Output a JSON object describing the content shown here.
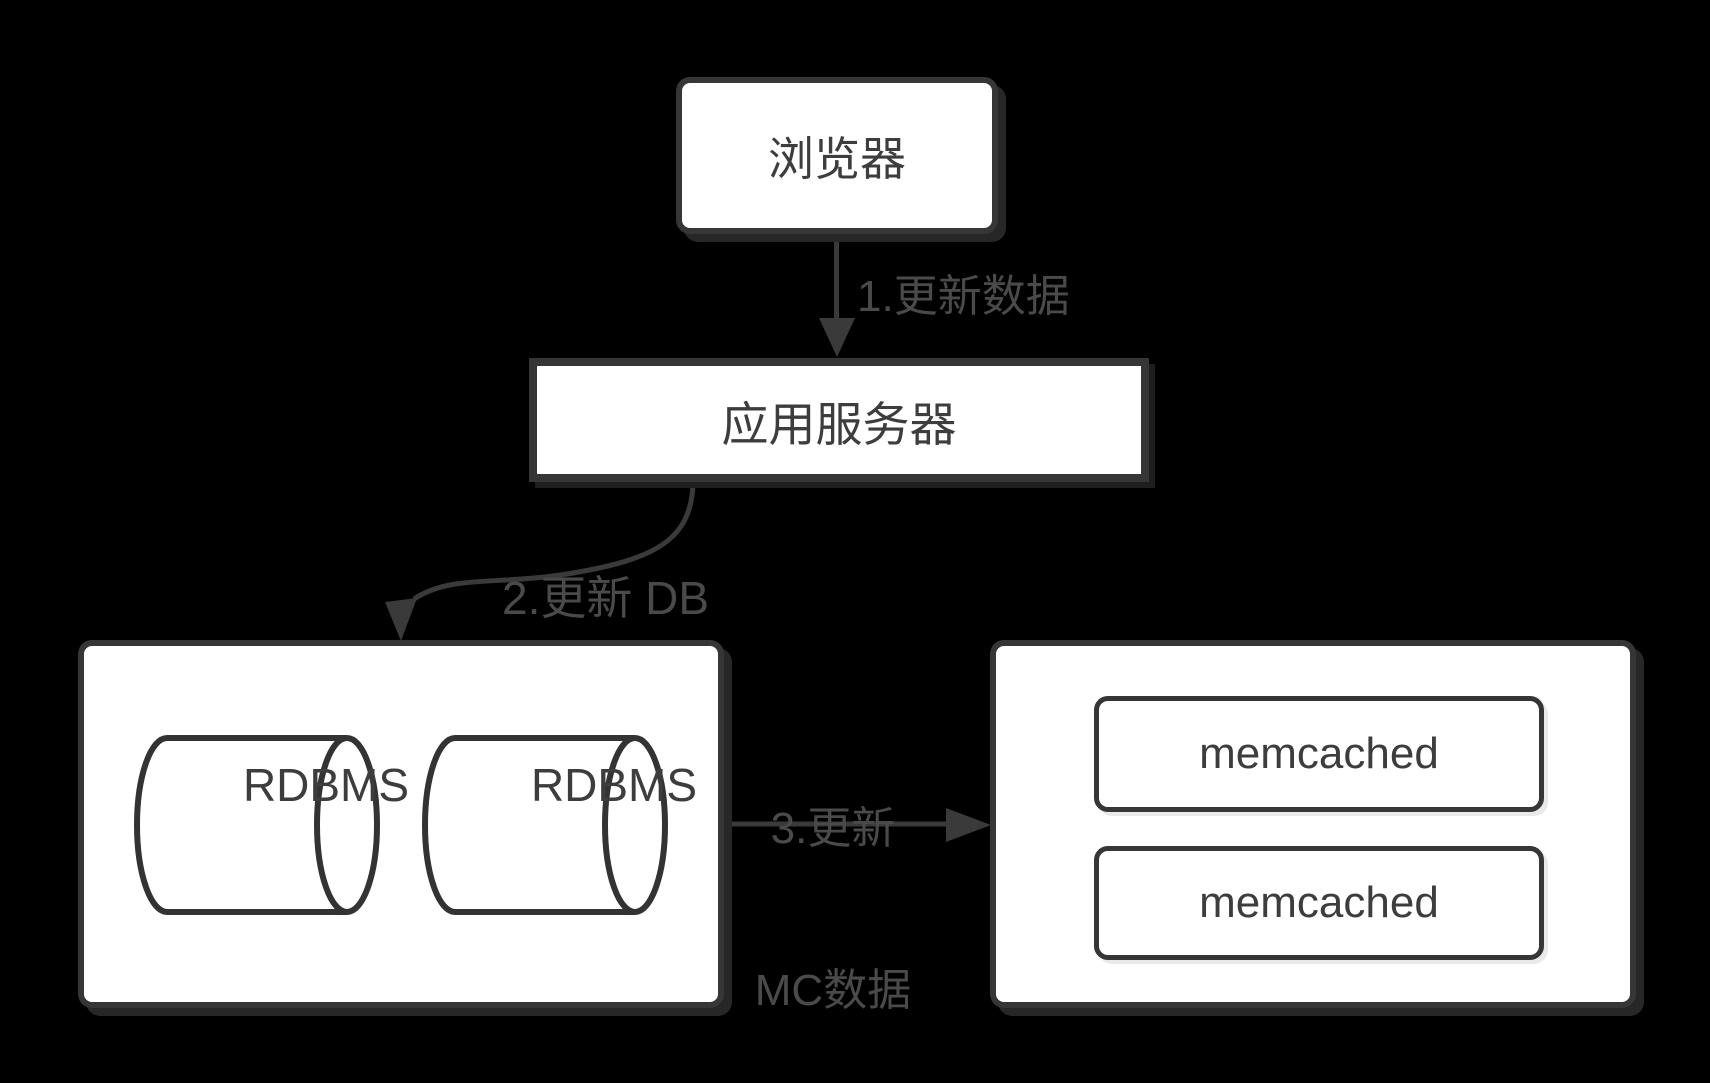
{
  "diagram": {
    "title_hint": "memcached update flow diagram",
    "background_color": "#000000",
    "colors": {
      "box_fill": "#ffffff",
      "box_border": "#363636",
      "node_text": "#3d3d3d",
      "arrow": "#3a3a3a",
      "edge_label_text": "#4a4a4a",
      "shadow": "#272727"
    },
    "nodes": {
      "browser": {
        "label": "浏览器"
      },
      "app_server": {
        "label": "应用服务器"
      },
      "rdbms_cluster": {
        "cylinders": [
          {
            "label": "RDBMS"
          },
          {
            "label": "RDBMS"
          }
        ]
      },
      "memcached_cluster": {
        "servers": [
          {
            "label": "memcached"
          },
          {
            "label": "memcached"
          }
        ]
      }
    },
    "edges": [
      {
        "step": "1",
        "label": "1.更新数据",
        "from": "browser",
        "to": "app_server",
        "style": "straight-down"
      },
      {
        "step": "2",
        "label": "2.更新 DB",
        "from": "app_server",
        "to": "rdbms_cluster",
        "style": "curved-down-left"
      },
      {
        "step": "3",
        "label_line1": "3.更新",
        "label_line2": "MC数据",
        "from": "rdbms_cluster",
        "to": "memcached_cluster",
        "style": "straight-right"
      }
    ]
  }
}
